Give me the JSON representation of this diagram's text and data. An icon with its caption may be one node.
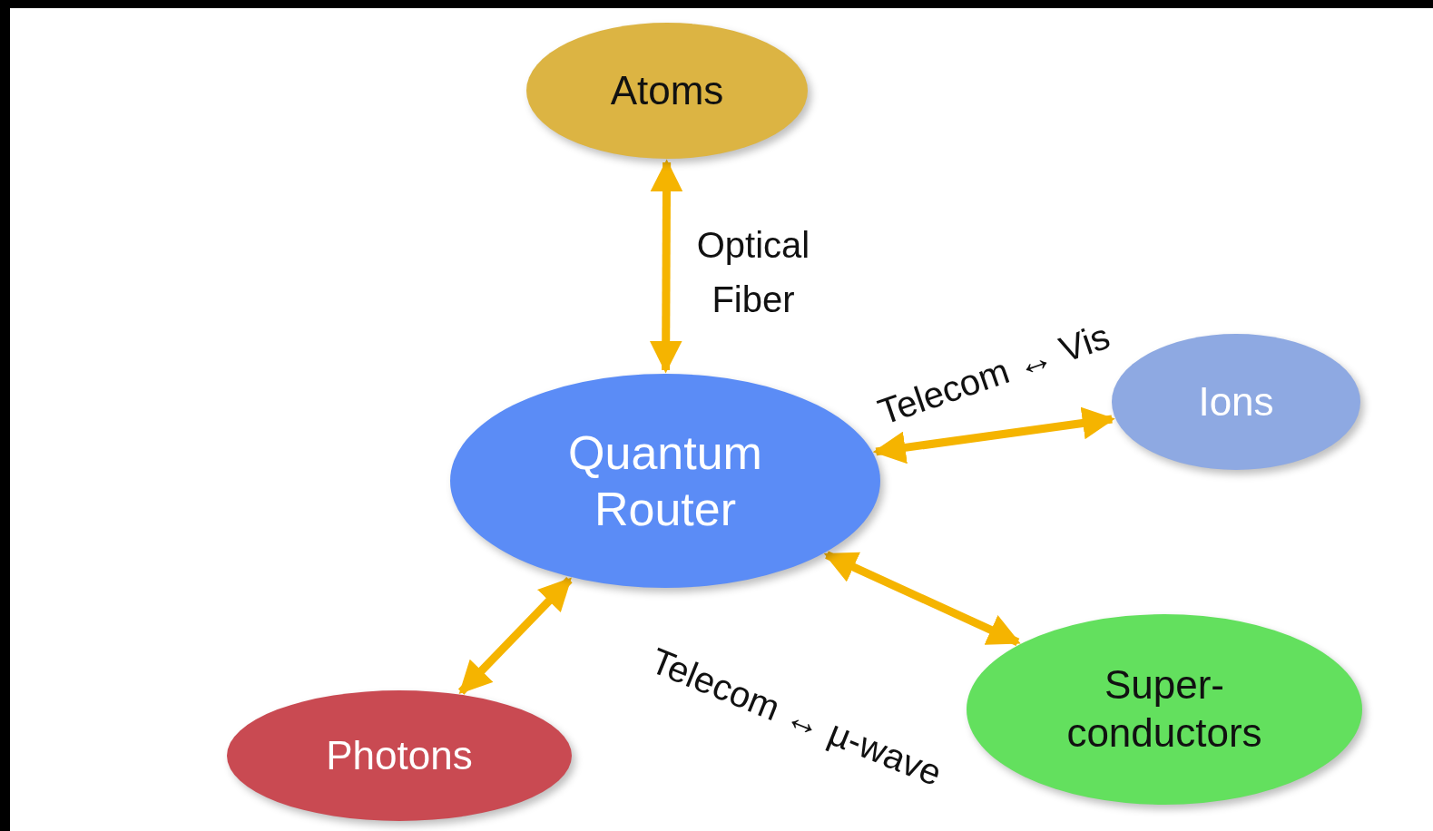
{
  "diagram": {
    "nodes": [
      {
        "text": [
          "Atoms"
        ]
      },
      {
        "text": [
          "Quantum Router"
        ]
      },
      {
        "text": [
          "Ions"
        ]
      },
      {
        "text": [
          "Photons"
        ]
      },
      {
        "text": [
          "Super- conductors"
        ]
      }
    ],
    "edges": [
      {
        "from": 0,
        "to": 1,
        "arrow": "both",
        "label": "Optical Fiber"
      },
      {
        "from": 1,
        "to": 2,
        "arrow": "both",
        "label": "Telecom ↔ Vis"
      },
      {
        "from": 1,
        "to": 3,
        "arrow": "both"
      },
      {
        "from": 1,
        "to": 4,
        "arrow": "both",
        "label": "Telecom ↔ µ-wave"
      }
    ]
  }
}
